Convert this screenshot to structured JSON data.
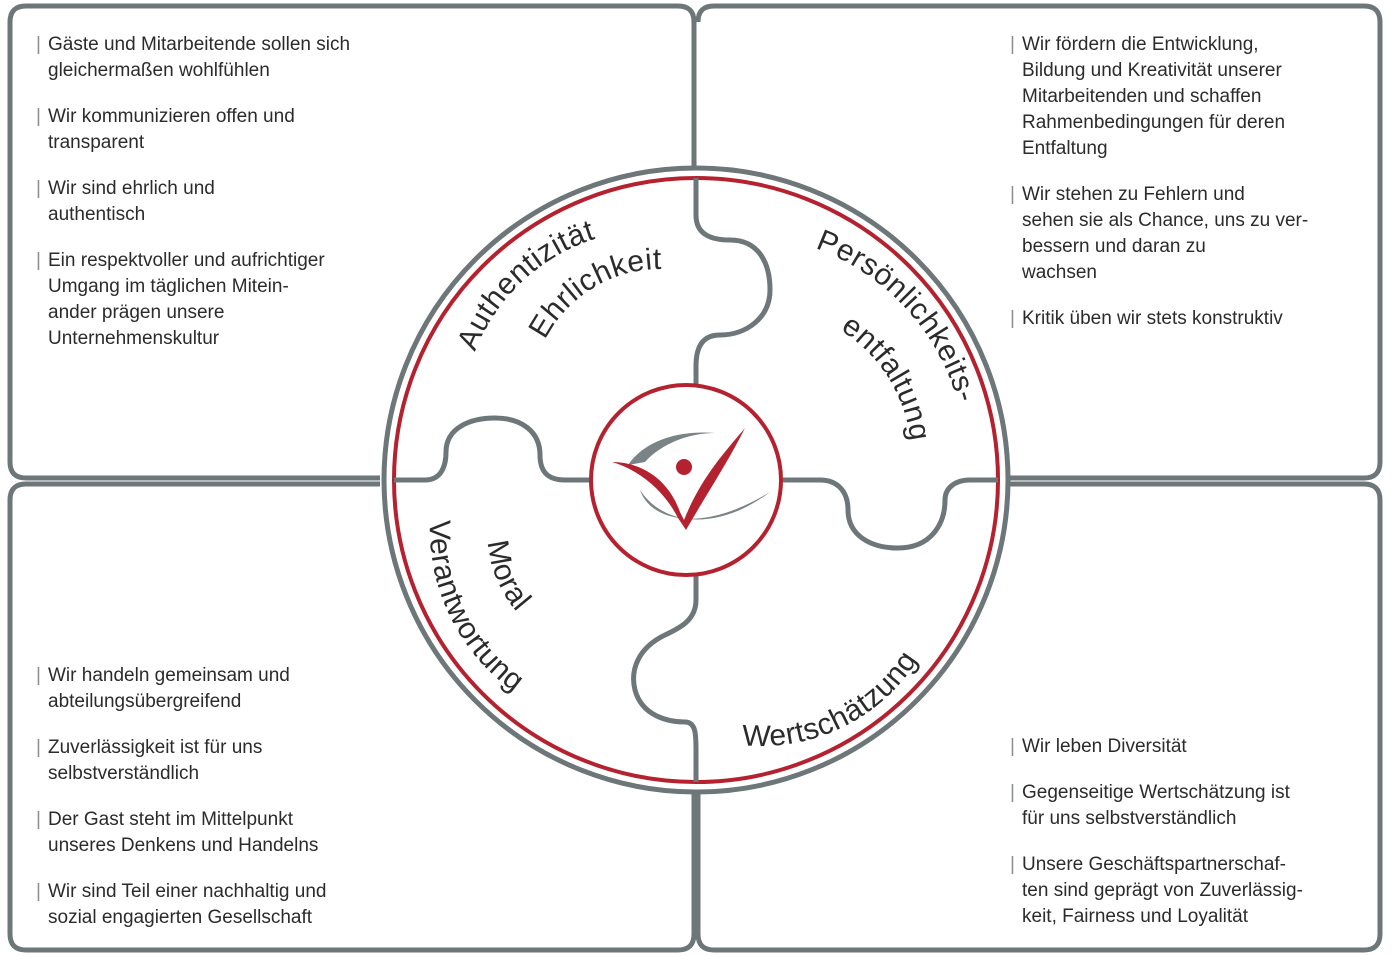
{
  "quadrants": {
    "top_left": {
      "items": [
        "Gäste und Mitarbeitende sollen sich\ngleichermaßen wohlfühlen",
        "Wir kommunizieren offen und\ntransparent",
        "Wir sind ehrlich und\nauthentisch",
        "Ein respektvoller und aufrichtiger\nUmgang im täglichen Mitein-\nander prägen unsere\nUnternehmenskultur"
      ]
    },
    "top_right": {
      "items": [
        "Wir fördern die Entwicklung,\nBildung und Kreativität unserer\nMitarbeitenden und schaffen\nRahmenbedingungen für deren\nEntfaltung",
        "Wir stehen zu Fehlern und\nsehen sie als Chance, uns zu ver-\nbessern und daran zu\nwachsen",
        "Kritik üben wir stets konstruktiv"
      ]
    },
    "bottom_left": {
      "items": [
        "Wir handeln gemeinsam und\nabteilungsübergreifend",
        "Zuverlässigkeit ist für uns\nselbstverständlich",
        "Der Gast steht im Mittelpunkt\nunseres Denkens und Handelns",
        "Wir sind Teil einer nachhaltig und\nsozial engagierten Gesellschaft"
      ]
    },
    "bottom_right": {
      "items": [
        "Wir leben Diversität",
        "Gegenseitige Wertschätzung ist\nfür uns selbstverständlich",
        "Unsere Geschäftspartnerschaf-\nten sind geprägt von Zuverlässig-\nkeit, Fairness und Loyalität"
      ]
    }
  },
  "circle_labels": {
    "authentizitaet": "Authentizität",
    "ehrlichkeit": "Ehrlichkeit",
    "persoenlichkeits": "Persönlichkeits-",
    "entfaltung": "entfaltung",
    "moral": "Moral",
    "verantwortung": "Verantwortung",
    "wertschaetzung": "Wertschätzung"
  },
  "center_logo_icon": "checkmark-swoosh-logo-icon",
  "colors": {
    "frame_gray": "#6d7679",
    "accent_red": "#b5222f",
    "text": "#2b2b2b"
  }
}
